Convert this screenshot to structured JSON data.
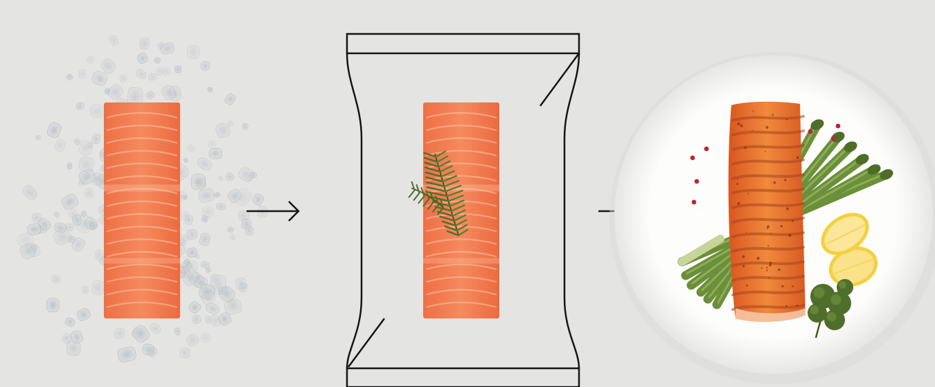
{
  "scene": {
    "steps": [
      {
        "name": "raw-salmon-on-ice"
      },
      {
        "name": "salmon-in-vacuum-bag-with-rosemary"
      },
      {
        "name": "grilled-salmon-plated"
      }
    ],
    "icons": {
      "arrow": "right-arrow",
      "herb": "rosemary-sprig",
      "garnish": "parsley-sprig"
    }
  },
  "colors": {
    "background": "#e4e4e2",
    "salmon_raw": "#f07e52",
    "salmon_stripe": "#fbc7a6",
    "salmon_grilled": "#e8702e",
    "grill_mark": "#a8431b",
    "ice": "#c3c7cb",
    "line": "#151515",
    "plate": "#fbfbf9",
    "asparagus": "#6b8f3a",
    "lemon": "#f4cf40",
    "herb": "#4f6e2c",
    "pepper": "#b8283a"
  }
}
